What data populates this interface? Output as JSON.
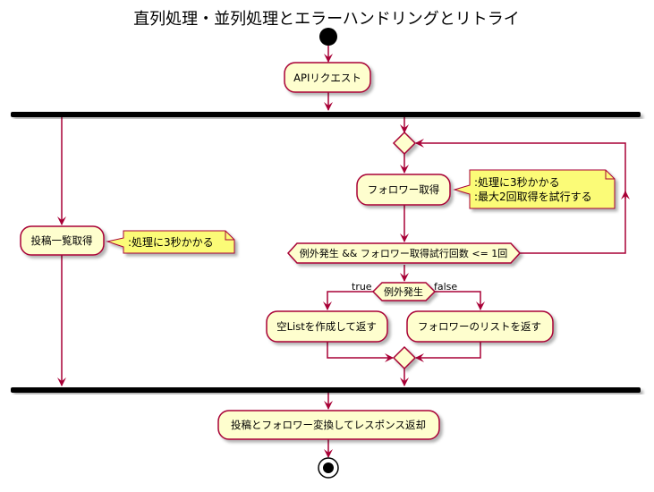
{
  "title": "直列処理・並列処理とエラーハンドリングとリトライ",
  "actions": {
    "api_request": "APIリクエスト",
    "fetch_posts": "投稿一覧取得",
    "fetch_followers": "フォロワー取得",
    "empty_list": "空Listを作成して返す",
    "return_followers": "フォロワーのリストを返す",
    "convert_response": "投稿とフォロワー変換してレスポンス返却"
  },
  "notes": {
    "posts_note": ":処理に3秒かかる",
    "followers_note_line1": ":処理に3秒かかる",
    "followers_note_line2": ":最大2回取得を試行する"
  },
  "conditions": {
    "retry_condition": "例外発生 && フォロワー取得試行回数 <= 1回",
    "exception_check": "例外発生"
  },
  "guards": {
    "true_label": "true",
    "false_label": "false"
  },
  "colors": {
    "arrow": "#A80036",
    "box_fill": "#FEFECE",
    "note_fill": "#FBFB77",
    "fork_bar": "#000000"
  }
}
